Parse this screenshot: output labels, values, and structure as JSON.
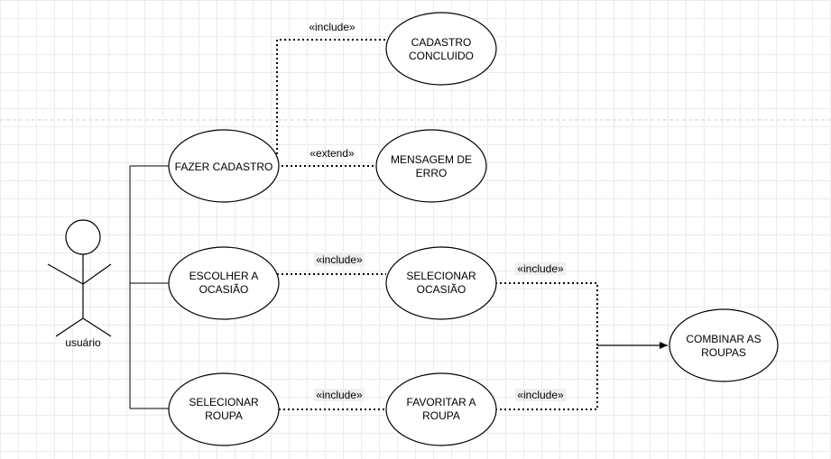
{
  "diagram": {
    "actor": {
      "label": "usuário"
    },
    "use_cases": {
      "cadastro_concluido": [
        "CADASTRO",
        "CONCLUIDO"
      ],
      "fazer_cadastro": [
        "FAZER CADASTRO"
      ],
      "mensagem_erro": [
        "MENSAGEM DE",
        "ERRO"
      ],
      "escolher_ocasiao": [
        "ESCOLHER A",
        "OCASIÃO"
      ],
      "selecionar_ocasiao": [
        "SELECIONAR",
        "OCASIÃO"
      ],
      "combinar_roupas": [
        "COMBINAR AS",
        "ROUPAS"
      ],
      "selecionar_roupa": [
        "SELECIONAR",
        "ROUPA"
      ],
      "favoritar_roupa": [
        "FAVORITAR A",
        "ROUPA"
      ]
    },
    "relations": {
      "cadastro_include": "«include»",
      "cadastro_extend": "«extend»",
      "escolher_include": "«include»",
      "selecionar_ocasiao_include": "«include»",
      "selecionar_roupa_include": "«include»",
      "favoritar_include": "«include»"
    },
    "colors": {
      "stroke": "#000000",
      "fill": "#ffffff",
      "label_bg": "#efefef",
      "grid": "#ececec"
    }
  }
}
